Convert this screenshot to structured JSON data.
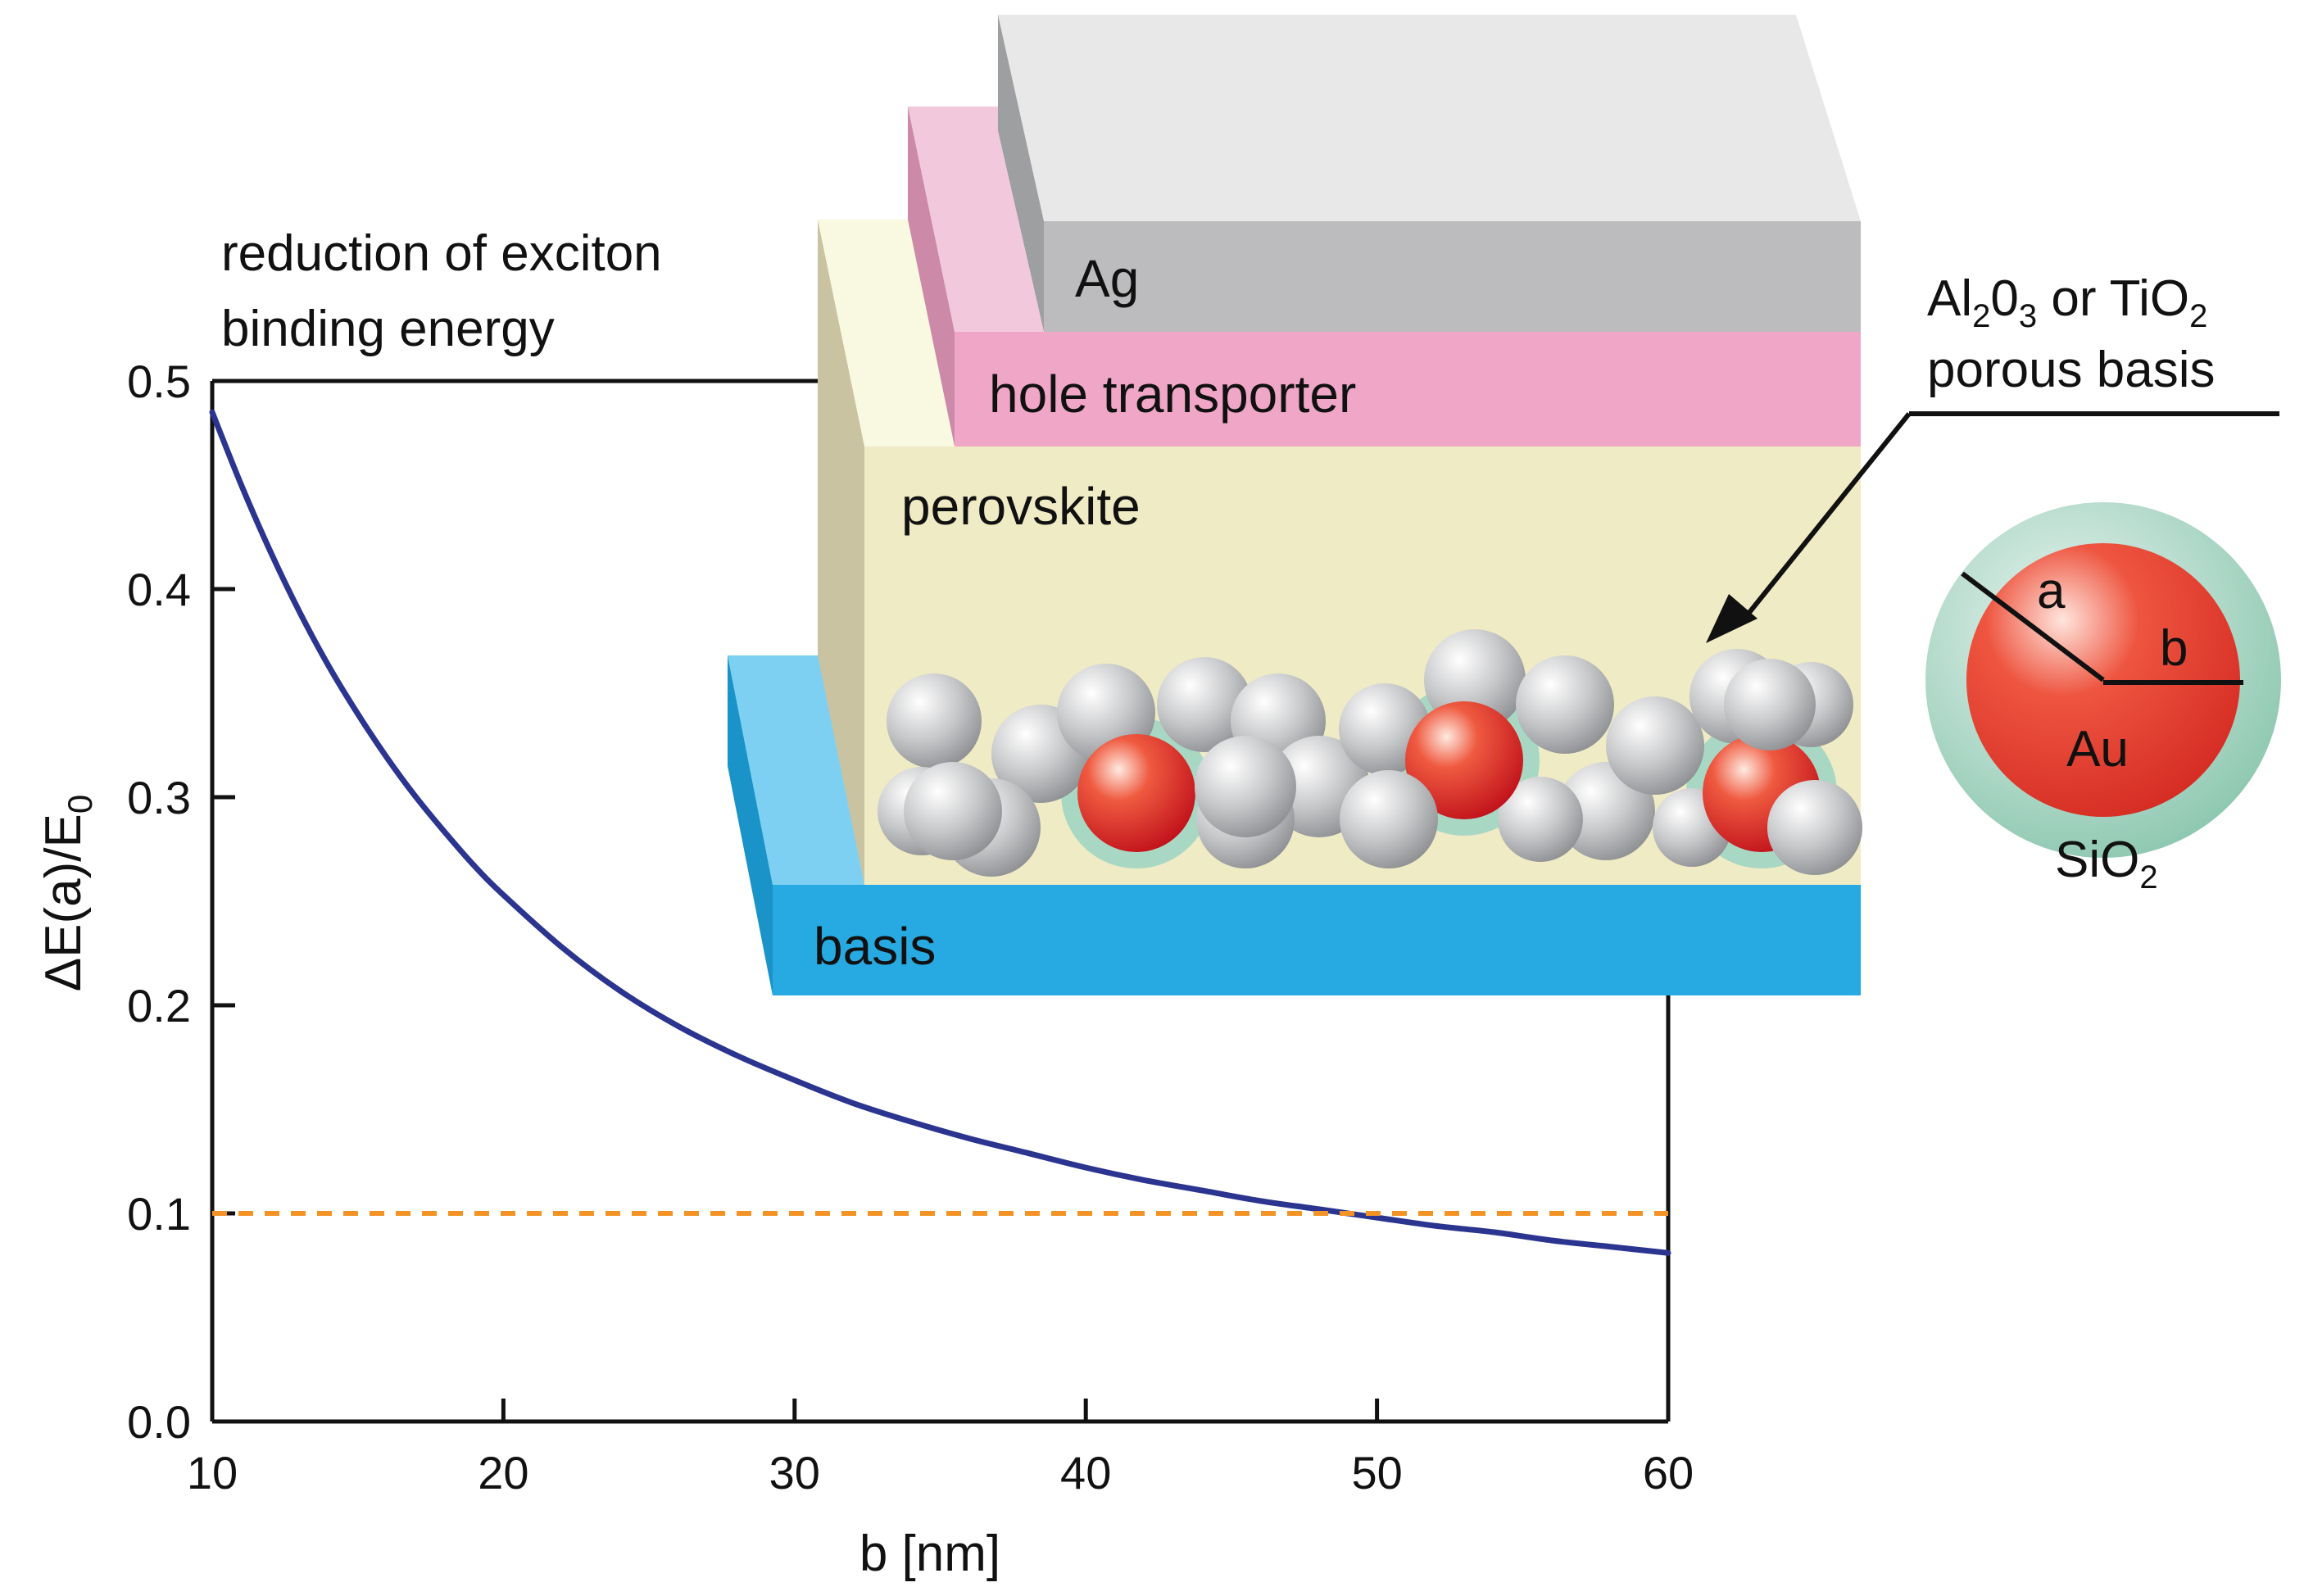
{
  "chart_data": {
    "type": "line",
    "title": "reduction of exciton binding energy",
    "title_lines": [
      "reduction of exciton",
      "binding energy"
    ],
    "xlabel": "b [nm]",
    "ylabel": "ΔE(a)/E",
    "ylabel_sub": "0",
    "xlim": [
      10,
      60
    ],
    "ylim": [
      0,
      0.5
    ],
    "x_ticks": [
      10,
      20,
      30,
      40,
      50,
      60
    ],
    "x_tick_labels": [
      "10",
      "20",
      "30",
      "40",
      "50",
      "60"
    ],
    "y_ticks": [
      0.0,
      0.1,
      0.2,
      0.3,
      0.4,
      0.5
    ],
    "y_tick_labels": [
      "0.0",
      "0.1",
      "0.2",
      "0.3",
      "0.4",
      "0.5"
    ],
    "grid": false,
    "series": [
      {
        "color": "#2b3590",
        "style": "solid",
        "x": [
          10,
          11,
          12,
          13,
          14,
          15,
          16,
          17,
          18,
          19,
          20,
          22,
          24,
          26,
          28,
          30,
          32,
          34,
          36,
          38,
          40,
          42,
          44,
          46,
          48,
          50,
          52,
          54,
          56,
          58,
          60
        ],
        "y": [
          0.485,
          0.45,
          0.418,
          0.389,
          0.363,
          0.34,
          0.319,
          0.3,
          0.283,
          0.267,
          0.253,
          0.228,
          0.207,
          0.19,
          0.176,
          0.164,
          0.153,
          0.144,
          0.136,
          0.129,
          0.122,
          0.116,
          0.111,
          0.106,
          0.102,
          0.098,
          0.094,
          0.091,
          0.087,
          0.084,
          0.081
        ]
      },
      {
        "color": "#f39325",
        "style": "dashed",
        "x": [
          10,
          60
        ],
        "y": [
          0.1,
          0.1
        ]
      }
    ]
  },
  "inset": {
    "layers": {
      "ag": "Ag",
      "hole_transporter": "hole transporter",
      "perovskite": "perovskite",
      "basis": "basis"
    },
    "callout": {
      "line1_parts": [
        "Al",
        "2",
        "0",
        "3",
        " or TiO",
        "2"
      ],
      "line2": "porous basis"
    },
    "nanoparticle": {
      "radius_a": "a",
      "radius_b": "b",
      "core": "Au",
      "shell": "SiO",
      "shell_sub": "2"
    },
    "colors": {
      "ag_front": "#bcbcbe",
      "ag_top": "#e8e8e9",
      "hole_front": "#f0a6c6",
      "hole_top": "#f2c9dc",
      "perovskite_front": "#efebc4",
      "perovskite_side": "#c9c3a1",
      "perovskite_top": "#f9f8e0",
      "basis_front": "#27aae1",
      "basis_side": "#1a93c9",
      "basis_top": "#7dd0f2",
      "gold_core": "#e8392a",
      "silica_shell": "#9fd0bd"
    }
  }
}
